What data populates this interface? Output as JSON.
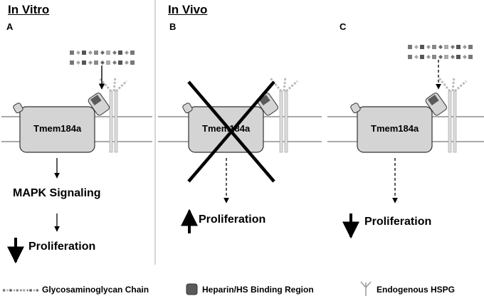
{
  "headings": {
    "in_vitro": "In Vitro",
    "in_vivo": "In Vivo"
  },
  "panels": [
    {
      "letter": "A",
      "protein": "Tmem184a",
      "pathway": "MAPK Signaling",
      "outcome": "Proliferation",
      "outcome_direction": "down"
    },
    {
      "letter": "B",
      "protein": "Tmem184a",
      "outcome": "Proliferation",
      "outcome_direction": "up",
      "knocked_out": true
    },
    {
      "letter": "C",
      "protein": "Tmem184a",
      "outcome": "Proliferation",
      "outcome_direction": "down"
    }
  ],
  "legend": {
    "gag_chain": "Glycosaminoglycan Chain",
    "binding_region": "Heparin/HS Binding Region",
    "endogenous": "Endogenous HSPG"
  },
  "colors": {
    "protein_fill": "#d4d4d4",
    "binding_region": "#5a5a5a",
    "hspg": "#c9c9c9",
    "divider": "#c8c8c8"
  }
}
